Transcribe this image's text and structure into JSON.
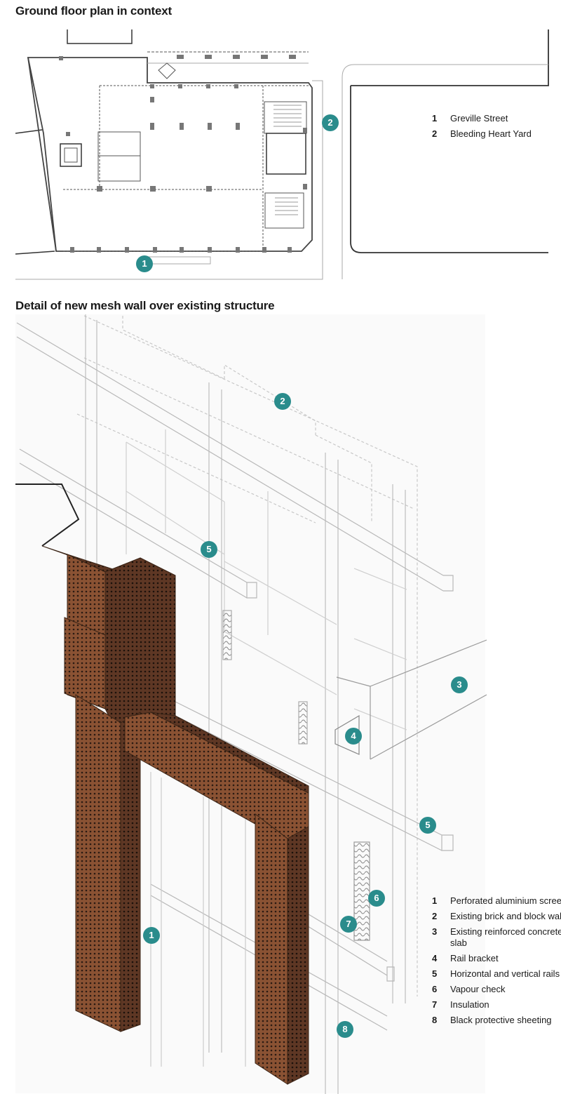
{
  "sections": {
    "plan": {
      "title": "Ground floor plan in context",
      "legend": [
        {
          "num": "1",
          "label": "Greville Street"
        },
        {
          "num": "2",
          "label": "Bleeding Heart Yard"
        }
      ],
      "markers": [
        "1",
        "2"
      ]
    },
    "detail": {
      "title": "Detail of new mesh wall over existing structure",
      "legend": [
        {
          "num": "1",
          "label": "Perforated aluminium screen"
        },
        {
          "num": "2",
          "label": "Existing brick and block wall"
        },
        {
          "num": "3",
          "label": "Existing reinforced concrete slab"
        },
        {
          "num": "4",
          "label": "Rail bracket"
        },
        {
          "num": "5",
          "label": "Horizontal and vertical rails"
        },
        {
          "num": "6",
          "label": "Vapour check"
        },
        {
          "num": "7",
          "label": "Insulation"
        },
        {
          "num": "8",
          "label": "Black protective sheeting"
        }
      ],
      "markers": [
        "2",
        "5",
        "3",
        "4",
        "5",
        "6",
        "7",
        "1",
        "8"
      ]
    }
  },
  "colors": {
    "badge": "#2a8c8c",
    "mesh": "#7a4a2e",
    "line": "#bdbdbd",
    "plan_line": "#555555"
  }
}
